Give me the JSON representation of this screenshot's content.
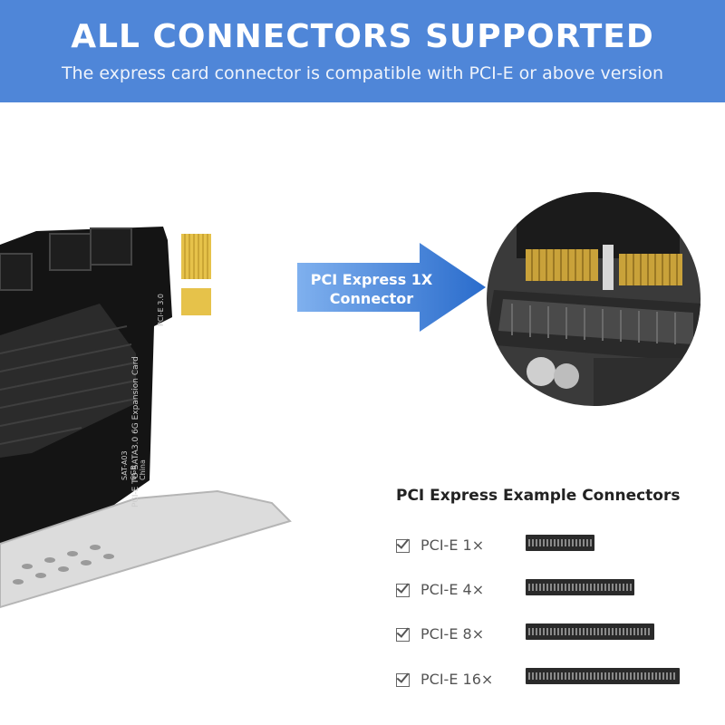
{
  "banner": {
    "title": "ALL CONNECTORS SUPPORTED",
    "subtitle": "The express card connector is compatible with PCI-E or above version",
    "color": "#4f86d8"
  },
  "arrow": {
    "line1": "PCI Express 1X",
    "line2": "Connector",
    "color": "#3a78d0"
  },
  "card_print": {
    "vertical_text": "PCI-E TO SATA3.0 6G Expansion Card",
    "pcie_mark": "PCI-E 3.0",
    "model": "SAT-A03",
    "made_in": "China",
    "speed": "6GB"
  },
  "examples": {
    "title": "PCI Express Example Connectors",
    "items": [
      {
        "label": "PCI-E 1×"
      },
      {
        "label": "PCI-E 4×"
      },
      {
        "label": "PCI-E 8×"
      },
      {
        "label": "PCI-E 16×"
      }
    ]
  }
}
